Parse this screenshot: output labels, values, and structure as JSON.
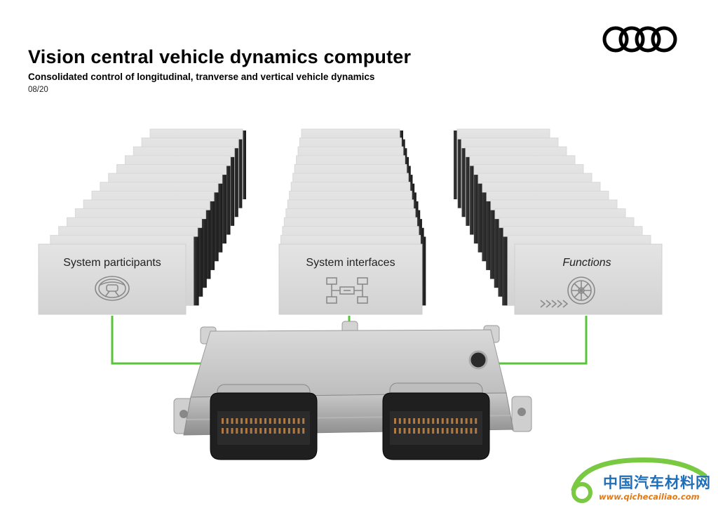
{
  "header": {
    "title": "Vision central vehicle dynamics computer",
    "subtitle": "Consolidated control of longitudinal, tranverse and vertical vehicle dynamics",
    "date": "08/20"
  },
  "logo": {
    "name": "four-rings-logo"
  },
  "cards": [
    {
      "id": "participants",
      "label": "System participants",
      "icon": "steering-wheel-icon",
      "italic": false
    },
    {
      "id": "interfaces",
      "label": "System interfaces",
      "icon": "drivetrain-layout-icon",
      "italic": false
    },
    {
      "id": "functions",
      "label": "Functions",
      "icon": "wheel-with-arrows-icon",
      "italic": true
    }
  ],
  "connector_color": "#58c43a",
  "watermark": {
    "cn_text": "中国汽车材料网",
    "url": "www.qichecailiao.com"
  }
}
